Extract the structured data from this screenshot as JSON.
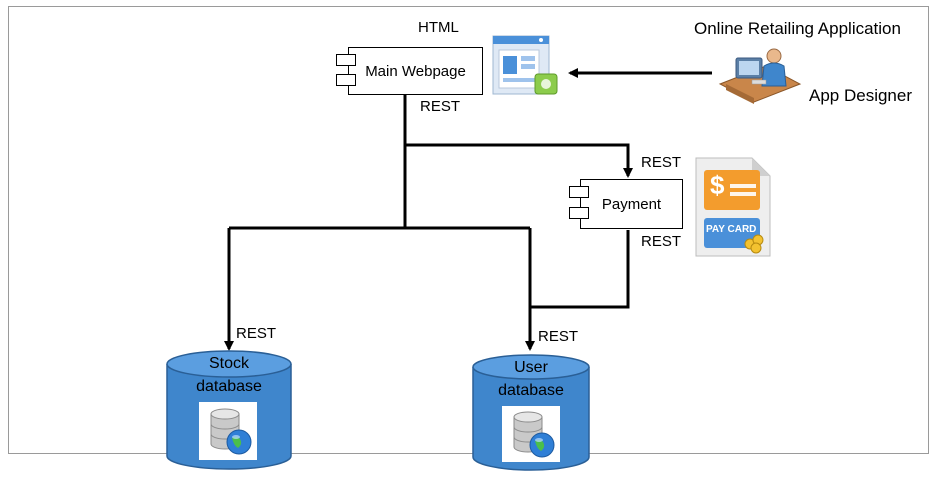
{
  "diagram": {
    "title": "Online Retailing Application",
    "actor_label": "App Designer",
    "components": {
      "main_webpage": "Main Webpage",
      "payment": "Payment"
    },
    "databases": {
      "stock": [
        "Stock",
        "database"
      ],
      "user": [
        "User",
        "database"
      ]
    },
    "protocol_labels": {
      "html": "HTML",
      "rest_main_out": "REST",
      "rest_payment_in": "REST",
      "rest_payment_out": "REST",
      "rest_stock_in": "REST",
      "rest_user_in": "REST"
    },
    "icons": {
      "webpage": "webpage-window-icon",
      "designer": "app-designer-person-icon",
      "paycard": "pay-card-document-icon",
      "pay_card_text": "PAY CARD",
      "dollar": "$",
      "database_globe": "database-globe-icon"
    },
    "colors": {
      "db_fill": "#3f86cc",
      "db_top": "#5b9ee0",
      "db_stroke": "#2a5f96",
      "paycard_orange": "#f39c2d",
      "webpage_blue": "#4a90d9"
    }
  }
}
